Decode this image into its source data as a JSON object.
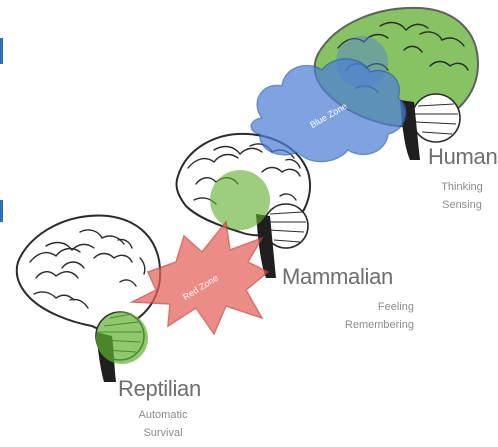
{
  "brains": [
    {
      "name": "Reptilian",
      "lines": [
        "Automatic",
        "Survival"
      ]
    },
    {
      "name": "Mammalian",
      "lines": [
        "Feeling",
        "Remembering"
      ]
    },
    {
      "name": "Human",
      "lines": [
        "Thinking",
        "Sensing"
      ]
    }
  ],
  "zones": {
    "red": {
      "label": "Red Zone",
      "color": "#e5605a"
    },
    "blue": {
      "label": "Blue Zone",
      "color": "#4f7fd6"
    }
  },
  "highlight_color": "#5fb02f"
}
